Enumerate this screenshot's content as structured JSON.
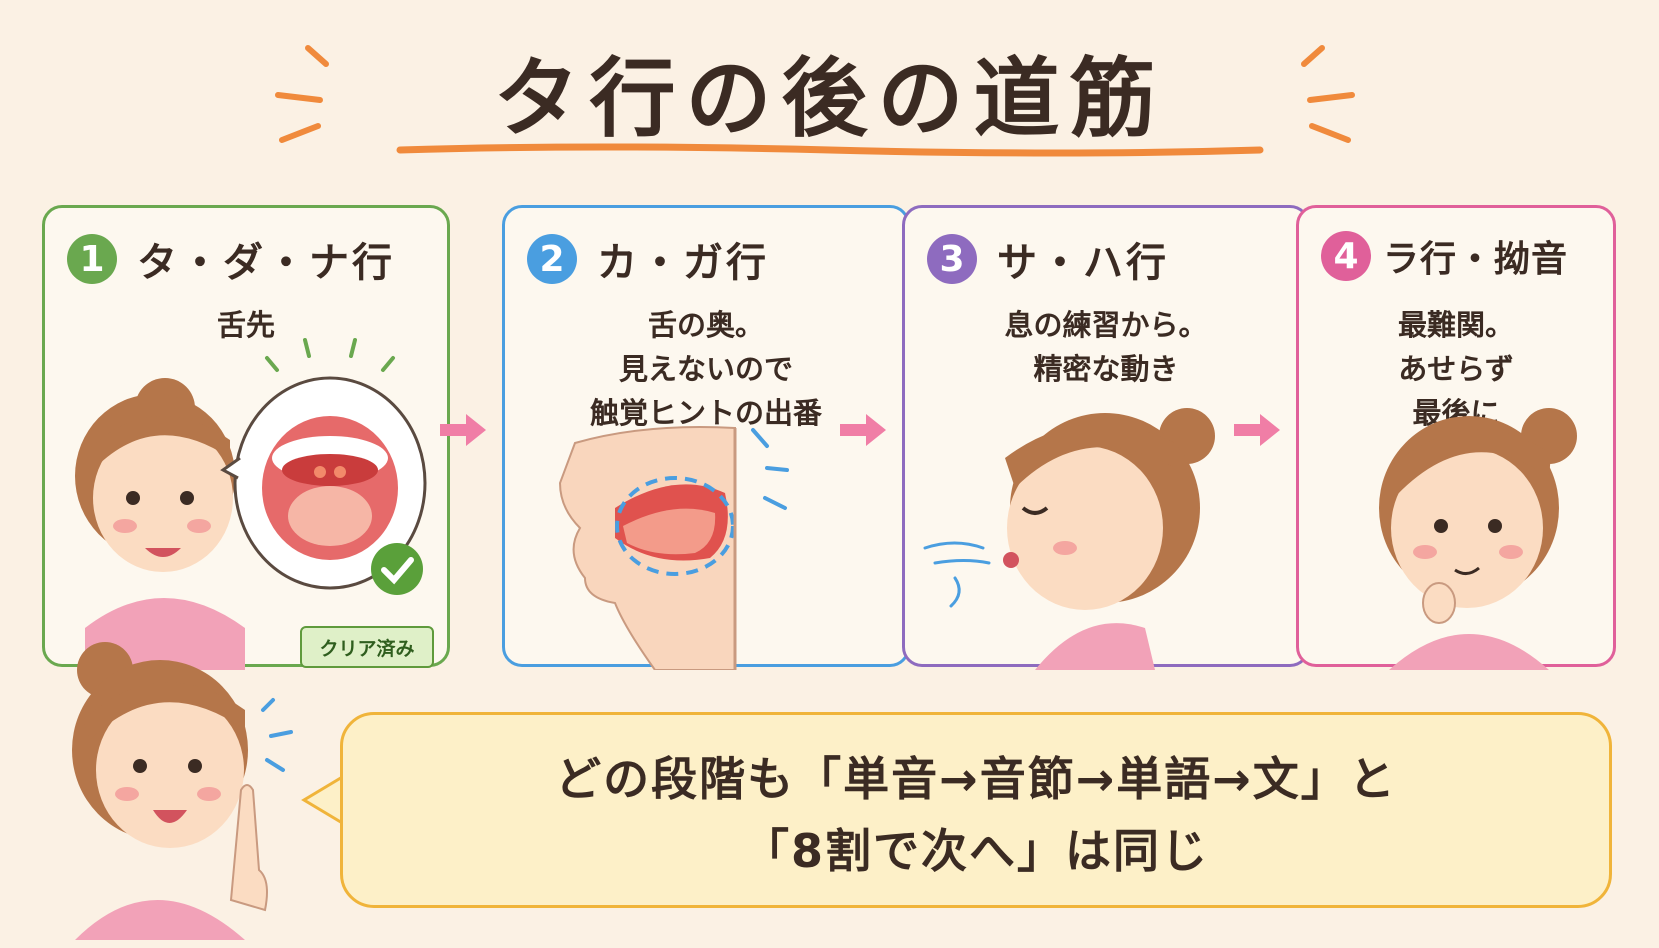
{
  "title": "タ行の後の道筋",
  "steps": [
    {
      "number": "1",
      "title": "タ・ダ・ナ行",
      "description": "舌先",
      "color": "#6aa84f"
    },
    {
      "number": "2",
      "title": "カ・ガ行",
      "description": "舌の奥。\n見えないので\n触覚ヒントの出番",
      "color": "#4a9ee0"
    },
    {
      "number": "3",
      "title": "サ・ハ行",
      "description": "息の練習から。\n精密な動き",
      "color": "#8e6bbf"
    },
    {
      "number": "4",
      "title": "ラ行・拗音",
      "description": "最難関。\nあせらず\n最後に",
      "color": "#e0609a"
    }
  ],
  "badge": "クリア済み",
  "bubble": {
    "line1": "どの段階も「単音→音節→単語→文」と",
    "line2": "「8割で次へ」は同じ"
  },
  "colors": {
    "accent": "#f08a3c",
    "arrow": "#f07ea6",
    "bubble_border": "#f0b43a"
  }
}
